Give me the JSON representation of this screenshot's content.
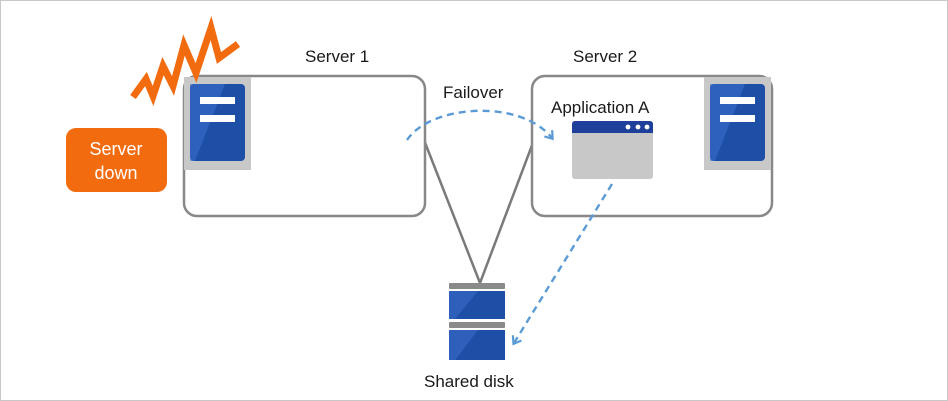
{
  "diagram": {
    "server1_label": "Server 1",
    "server2_label": "Server 2",
    "failover_label": "Failover",
    "app_label": "Application A",
    "disk_label": "Shared disk",
    "status_badge": {
      "line1": "Server",
      "line2": "down"
    }
  },
  "colors": {
    "server_blue": "#1e4fa6",
    "server_blue_light": "#3d6fd0",
    "server_panel_gray": "#c8c8c8",
    "disk_blue": "#1e4fa6",
    "disk_cap_gray": "#8a8a8a",
    "window_gray": "#c8c8c8",
    "window_bar": "#1e3f9a",
    "badge_orange": "#f26b0f",
    "lightning_orange": "#f26b0f",
    "dashed_arrow": "#5b9bd5",
    "outline": "#888888"
  }
}
